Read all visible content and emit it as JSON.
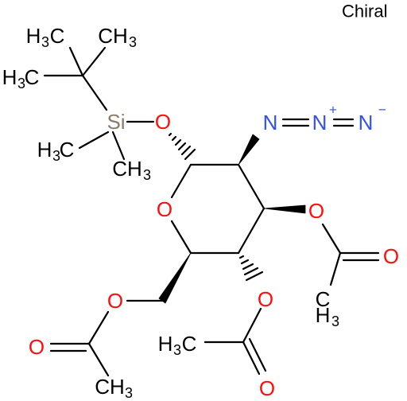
{
  "annotation": "Chiral",
  "colors": {
    "bond": "#000000",
    "oxygen": "#ff0d0d",
    "nitrogen": "#3050f8",
    "silicon": "#8a7a6a",
    "carbon_label": "#000000"
  },
  "atoms": {
    "si": "Si",
    "o_si": "O",
    "o_ring": "O",
    "o_c3": "O",
    "o_c3_carbonyl": "O",
    "o_c4": "O",
    "o_c4_carbonyl": "O",
    "o_c6": "O",
    "o_c6_carbonyl": "O",
    "n1": "N",
    "n2": "N",
    "n3": "N",
    "n2_charge": "+",
    "n3_charge": "−",
    "methyl_label": "CH",
    "methyl_h3_label": "H",
    "methyl_sub": "3"
  }
}
